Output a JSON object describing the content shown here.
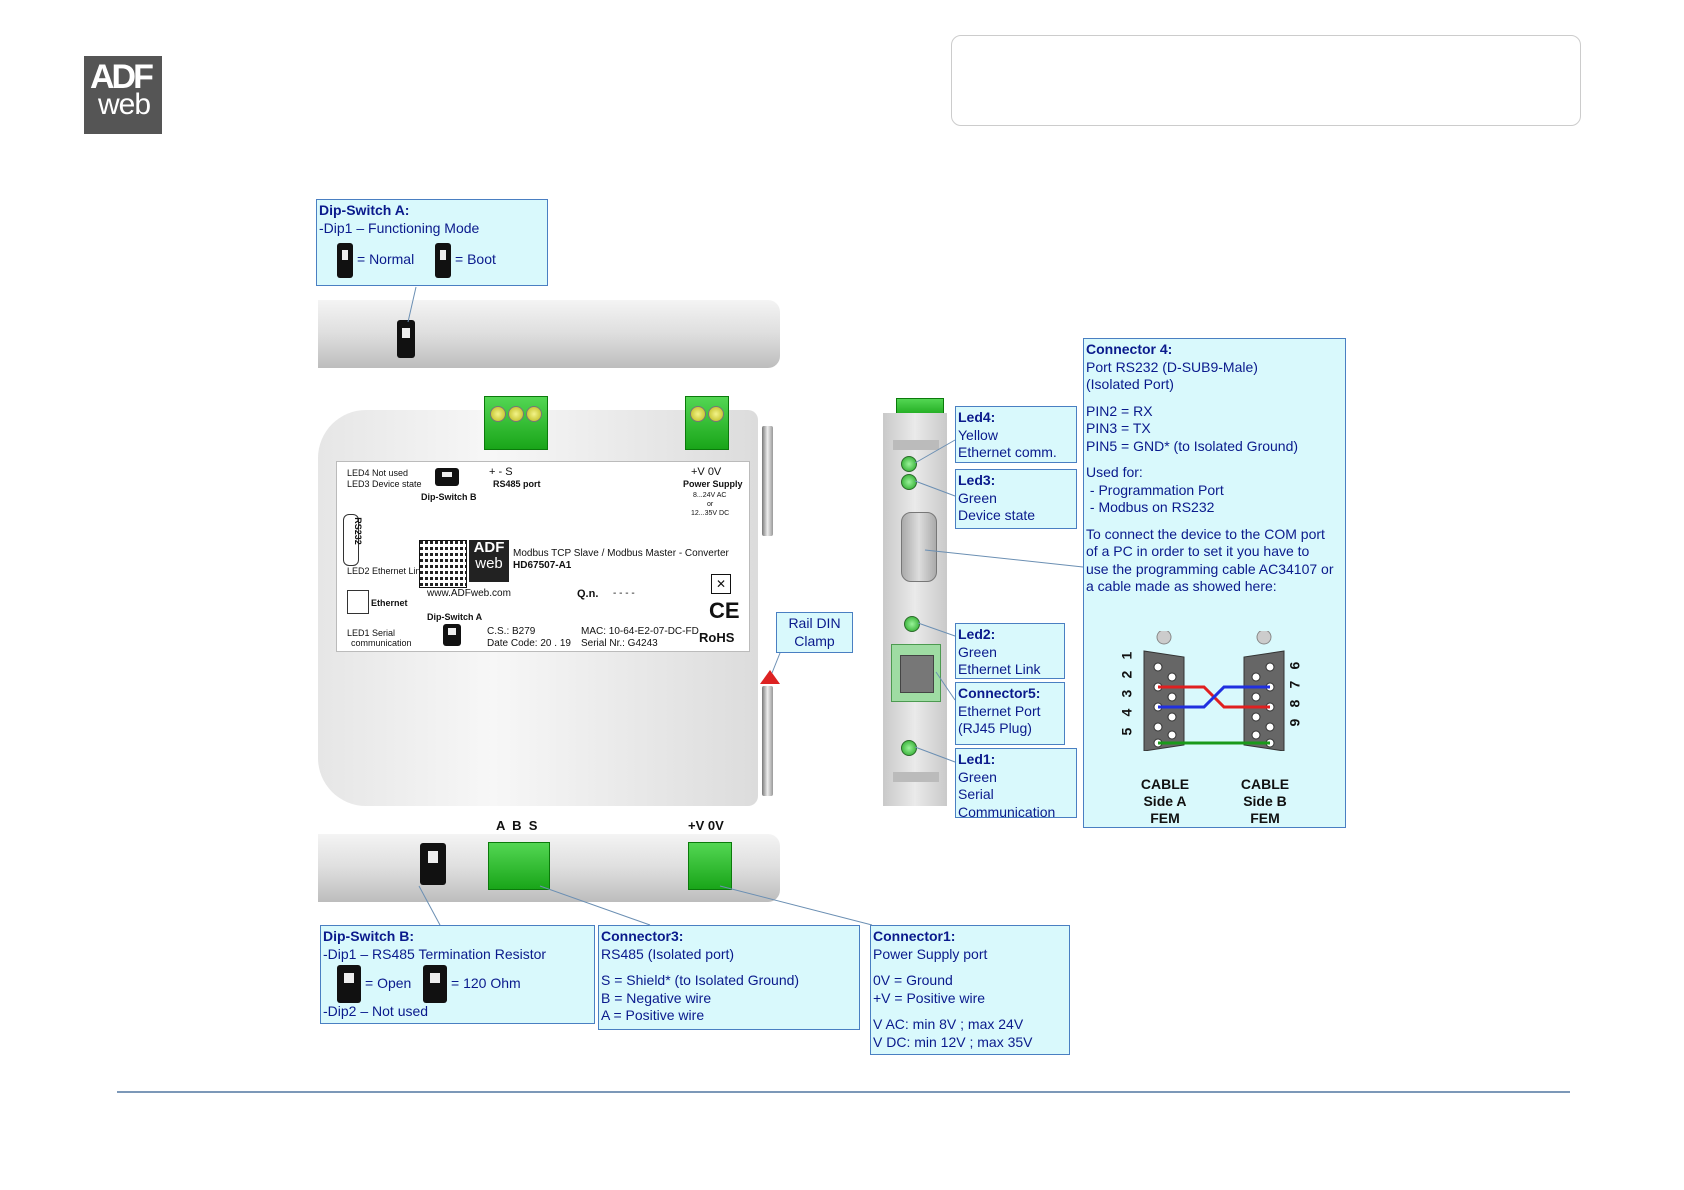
{
  "logo": {
    "line1": "ADF",
    "line2": "web"
  },
  "dipA": {
    "title": "Dip-Switch A:",
    "line1": "-Dip1 – Functioning Mode",
    "normal": "= Normal",
    "boot": "= Boot"
  },
  "dipB": {
    "title": "Dip-Switch B:",
    "line1": "-Dip1 – RS485 Termination Resistor",
    "open": "= Open",
    "ohm": "= 120 Ohm",
    "line3": "-Dip2 – Not used"
  },
  "conn3": {
    "title": "Connector3:",
    "line1": "RS485 (Isolated port)",
    "s": "S = Shield* (to Isolated Ground)",
    "b": "B = Negative wire",
    "a": "A = Positive wire"
  },
  "conn1": {
    "title": "Connector1:",
    "line1": "Power Supply port",
    "gnd": "0V = Ground",
    "pos": "+V = Positive wire",
    "vac": "V AC: min 8V ; max 24V",
    "vdc": "V DC: min 12V ; max 35V"
  },
  "rail": {
    "line1": "Rail DIN",
    "line2": "Clamp"
  },
  "led4": {
    "title": "Led4:",
    "color": "Yellow",
    "desc": "Ethernet comm."
  },
  "led3": {
    "title": "Led3:",
    "color": "Green",
    "desc": "Device state"
  },
  "led2": {
    "title": "Led2:",
    "color": "Green",
    "desc": "Ethernet Link"
  },
  "conn5": {
    "title": "Connector5:",
    "line1": "Ethernet Port",
    "line2": "(RJ45 Plug)"
  },
  "led1": {
    "title": "Led1:",
    "color": "Green",
    "line1": "Serial",
    "line2": "Communication"
  },
  "conn4": {
    "title": "Connector 4:",
    "line1": "Port RS232 (D-SUB9-Male)",
    "line2": "(Isolated Port)",
    "pin2": "PIN2 = RX",
    "pin3": "PIN3 = TX",
    "pin5": "PIN5 = GND* (to Isolated Ground)",
    "used": "Used for:",
    "use1": " - Programmation Port",
    "use2": " - Modbus on RS232",
    "p1": "To connect the device to the COM port",
    "p2": "of a PC in order to set it you have to",
    "p3": "use the programming cable AC34107 or",
    "p4": "a cable made as showed here:",
    "sideA": [
      "CABLE",
      "Side A",
      "FEM"
    ],
    "sideB": [
      "CABLE",
      "Side B",
      "FEM"
    ],
    "numsA": [
      "1",
      "2",
      "3",
      "4",
      "5"
    ],
    "numsB": [
      "6",
      "7",
      "8",
      "9"
    ]
  },
  "bottom_terminals": {
    "rs485": "A  B  S",
    "power": "+V 0V"
  },
  "plate": {
    "led4": "LED4 Not used",
    "led3": "LED3 Device state",
    "dipb": "Dip-Switch B",
    "rs485top": "+    -    S",
    "rs485": "RS485 port",
    "pwrtop": "+V   0V",
    "pwr": "Power Supply",
    "pwrspec": [
      "8...24V AC",
      "or",
      "12...35V DC"
    ],
    "rs232": "RS232",
    "led2": "LED2 Ethernet Link",
    "product": "Modbus TCP Slave / Modbus Master - Converter",
    "code": "HD67507-A1",
    "www": "www.ADFweb.com",
    "qn": "Q.n.",
    "qnv": "- - - -",
    "eth": "Ethernet",
    "dipa": "Dip-Switch A",
    "led1": [
      "LED1 Serial",
      "communication"
    ],
    "cs": "C.S.: B279",
    "date": "Date Code: 20 . 19",
    "mac": "MAC: 10-64-E2-07-DC-FD",
    "serial": "Serial Nr.: G4243",
    "ce": "CE",
    "rohs": "RoHS"
  },
  "colors": {
    "box_fill": "#d9f9fc",
    "box_border": "#4a7fc2",
    "text": "#0a1a8c",
    "terminal": "#2dbb2d"
  }
}
